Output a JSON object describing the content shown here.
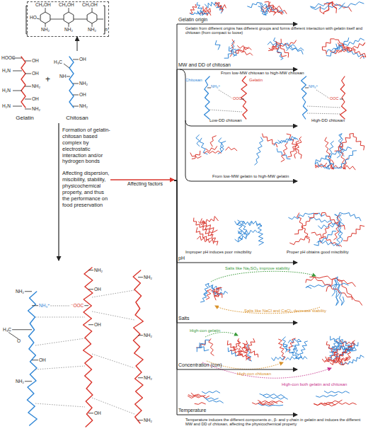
{
  "diagram": {
    "nodes": [
      {
        "text": [
          "n"
        ]
      },
      {
        "text": [
          "Gelatin"
        ]
      },
      {
        "text": [
          "Chitosan"
        ]
      },
      {
        "text": [
          "Formation of gelatin-chitosan based complex by electrostatic interaction and/or hydrogen bonds",
          "Affecting dispersion, miscibility, stability, physicochemical property, and thus the performance on food preservation"
        ]
      },
      {
        "text": [
          "Affecting factors"
        ]
      },
      {
        "text": [
          "Gelatin origin"
        ]
      },
      {
        "text": [
          "MW and DD of chitosan"
        ]
      },
      {
        "text": [
          "pH"
        ]
      },
      {
        "text": [
          "Salts"
        ]
      },
      {
        "text": [
          "Concentration (con)"
        ]
      },
      {
        "text": [
          "Temperature"
        ]
      }
    ],
    "edges": [
      {
        "from": 2,
        "to": 0,
        "arrow": "to"
      },
      {
        "from": 3,
        "to": 4,
        "arrow": "to"
      },
      {
        "from": 4,
        "to": 5,
        "arrow": "to"
      },
      {
        "from": 4,
        "to": 6,
        "arrow": "to"
      },
      {
        "from": 4,
        "to": 7,
        "arrow": "to"
      },
      {
        "from": 4,
        "to": 8,
        "arrow": "to"
      },
      {
        "from": 4,
        "to": 9,
        "arrow": "to"
      },
      {
        "from": 4,
        "to": 10,
        "arrow": "to"
      }
    ],
    "labels": [
      "CH₂OH",
      "CH₂OH",
      "CH₂OH",
      "HO",
      "NH₂",
      "NH₂",
      "NH₂",
      "HOOC",
      "OH",
      "H₂N",
      "OH",
      "NH₂",
      "H₂N",
      "OH",
      "H₂N",
      "NH₂",
      "OH",
      "H₃C",
      "NH",
      "NH₂",
      "OH",
      "NH₂",
      "+",
      "NH₂",
      "NH₂",
      "NH₂",
      "OH",
      "⁻OOC",
      "NH₃⁺",
      "H₃C",
      "OH",
      "NH₂",
      "OH",
      "NH₂",
      "O",
      "NH₂",
      "OH",
      "NH₂",
      "Gelatin from different origins has different groups and forms different interaction with gelatin itself and chitosan (from compact to loose)",
      "From low-MW chitosan to high-MW chitosan",
      "Chitosan",
      "Gelatin",
      "NH₃⁺",
      "⁻OOC",
      "NH₃⁺",
      "⁻OOC",
      "Low-DD chitosan",
      "High-DD chitosan",
      "From low-MW gelatin to high-MW gelatin",
      "Improper pH induces poor miscibility",
      "Proper pH obtains good miscibility",
      "Salts like Na₂SO₄ improve stability",
      "Salts like NaCl and CaCl₂ decrease stability",
      "High-con gelatin",
      "High-con chitosan",
      "High-con both gelatin and chitosan",
      "Temperature induces the different components α-, β- and γ-chain in gelatin and induces the different MW and DD of chitosan, affecting the physicochemical property"
    ]
  }
}
